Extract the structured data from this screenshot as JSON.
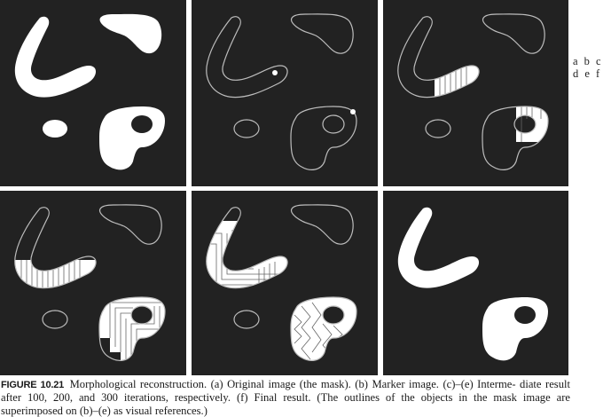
{
  "panel_letters": {
    "row1": "a b c",
    "row2": "d e f"
  },
  "panels": [
    {
      "id": "a",
      "content": "original-mask"
    },
    {
      "id": "b",
      "content": "marker"
    },
    {
      "id": "c",
      "content": "iteration-100"
    },
    {
      "id": "d",
      "content": "iteration-200"
    },
    {
      "id": "e",
      "content": "iteration-300"
    },
    {
      "id": "f",
      "content": "final-result"
    }
  ],
  "colors": {
    "background": "#222222",
    "object": "#ffffff",
    "outline": "#bdbdbd",
    "hatch": "#666666"
  },
  "caption": {
    "label": "FIGURE 10.21",
    "line1": "Morphological reconstruction. (a) Original image (the mask). (b) Marker image. (c)–(e) Interme-",
    "line2": "diate result after 100, 200, and 300 iterations, respectively. (f) Final result. (The outlines of the objects in the",
    "line3": "mask image are superimposed on (b)–(e) as visual references.)"
  }
}
